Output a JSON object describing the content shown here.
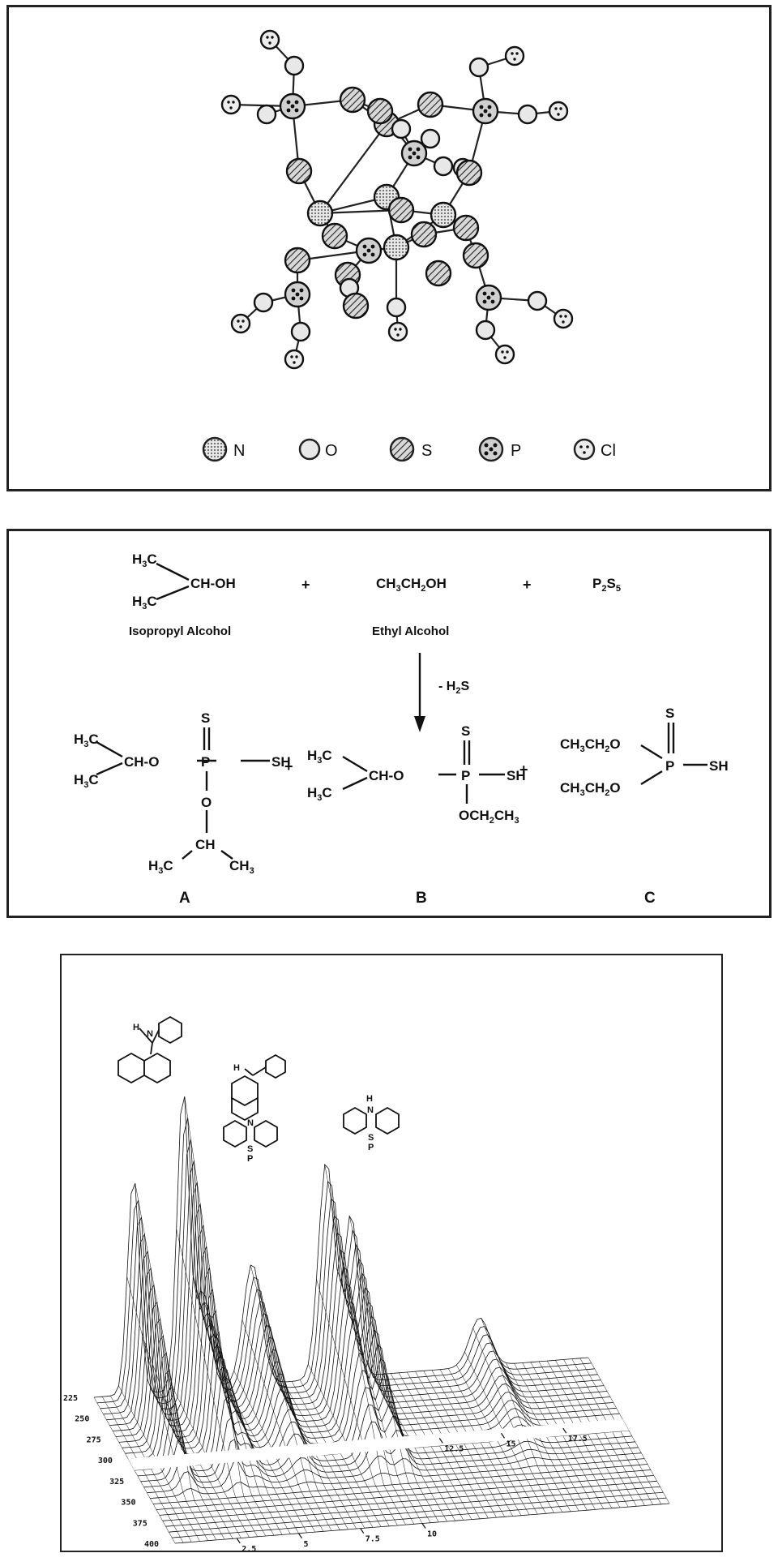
{
  "molecule_panel": {
    "legend": [
      {
        "symbol": "N",
        "pattern": "dots"
      },
      {
        "symbol": "O",
        "pattern": "plain"
      },
      {
        "symbol": "S",
        "pattern": "hatch"
      },
      {
        "symbol": "P",
        "pattern": "big-dots"
      },
      {
        "symbol": "Cl",
        "pattern": "small-dots"
      }
    ]
  },
  "reaction_panel": {
    "reactants": {
      "isopropyl_name": "Isopropyl Alcohol",
      "ethyl_formula": "CH3CH2OH",
      "ethyl_name": "Ethyl Alcohol",
      "p2s5": "P2S5",
      "plus": "+"
    },
    "arrow_label": "- H2S",
    "products": [
      {
        "label": "A"
      },
      {
        "label": "B"
      },
      {
        "label": "C"
      }
    ],
    "fragments": {
      "h3c": "H3C",
      "ch_oh": "CH-OH",
      "ch_o": "CH-O",
      "ch": "CH",
      "ch3": "CH3",
      "s": "S",
      "p": "P",
      "sh": "SH",
      "o": "O",
      "och2ch3": "OCH2CH3",
      "ch3ch2o": "CH3CH2O"
    }
  },
  "plot_panel": {
    "y_ticks": [
      "225",
      "250",
      "275",
      "300",
      "325",
      "350",
      "375",
      "400"
    ],
    "x_ticks": [
      "2.5",
      "5",
      "7.5",
      "10",
      "12.5",
      "15",
      "17.5"
    ],
    "structure_labels": {
      "h": "H",
      "n": "N",
      "s": "S",
      "p": "P"
    }
  }
}
